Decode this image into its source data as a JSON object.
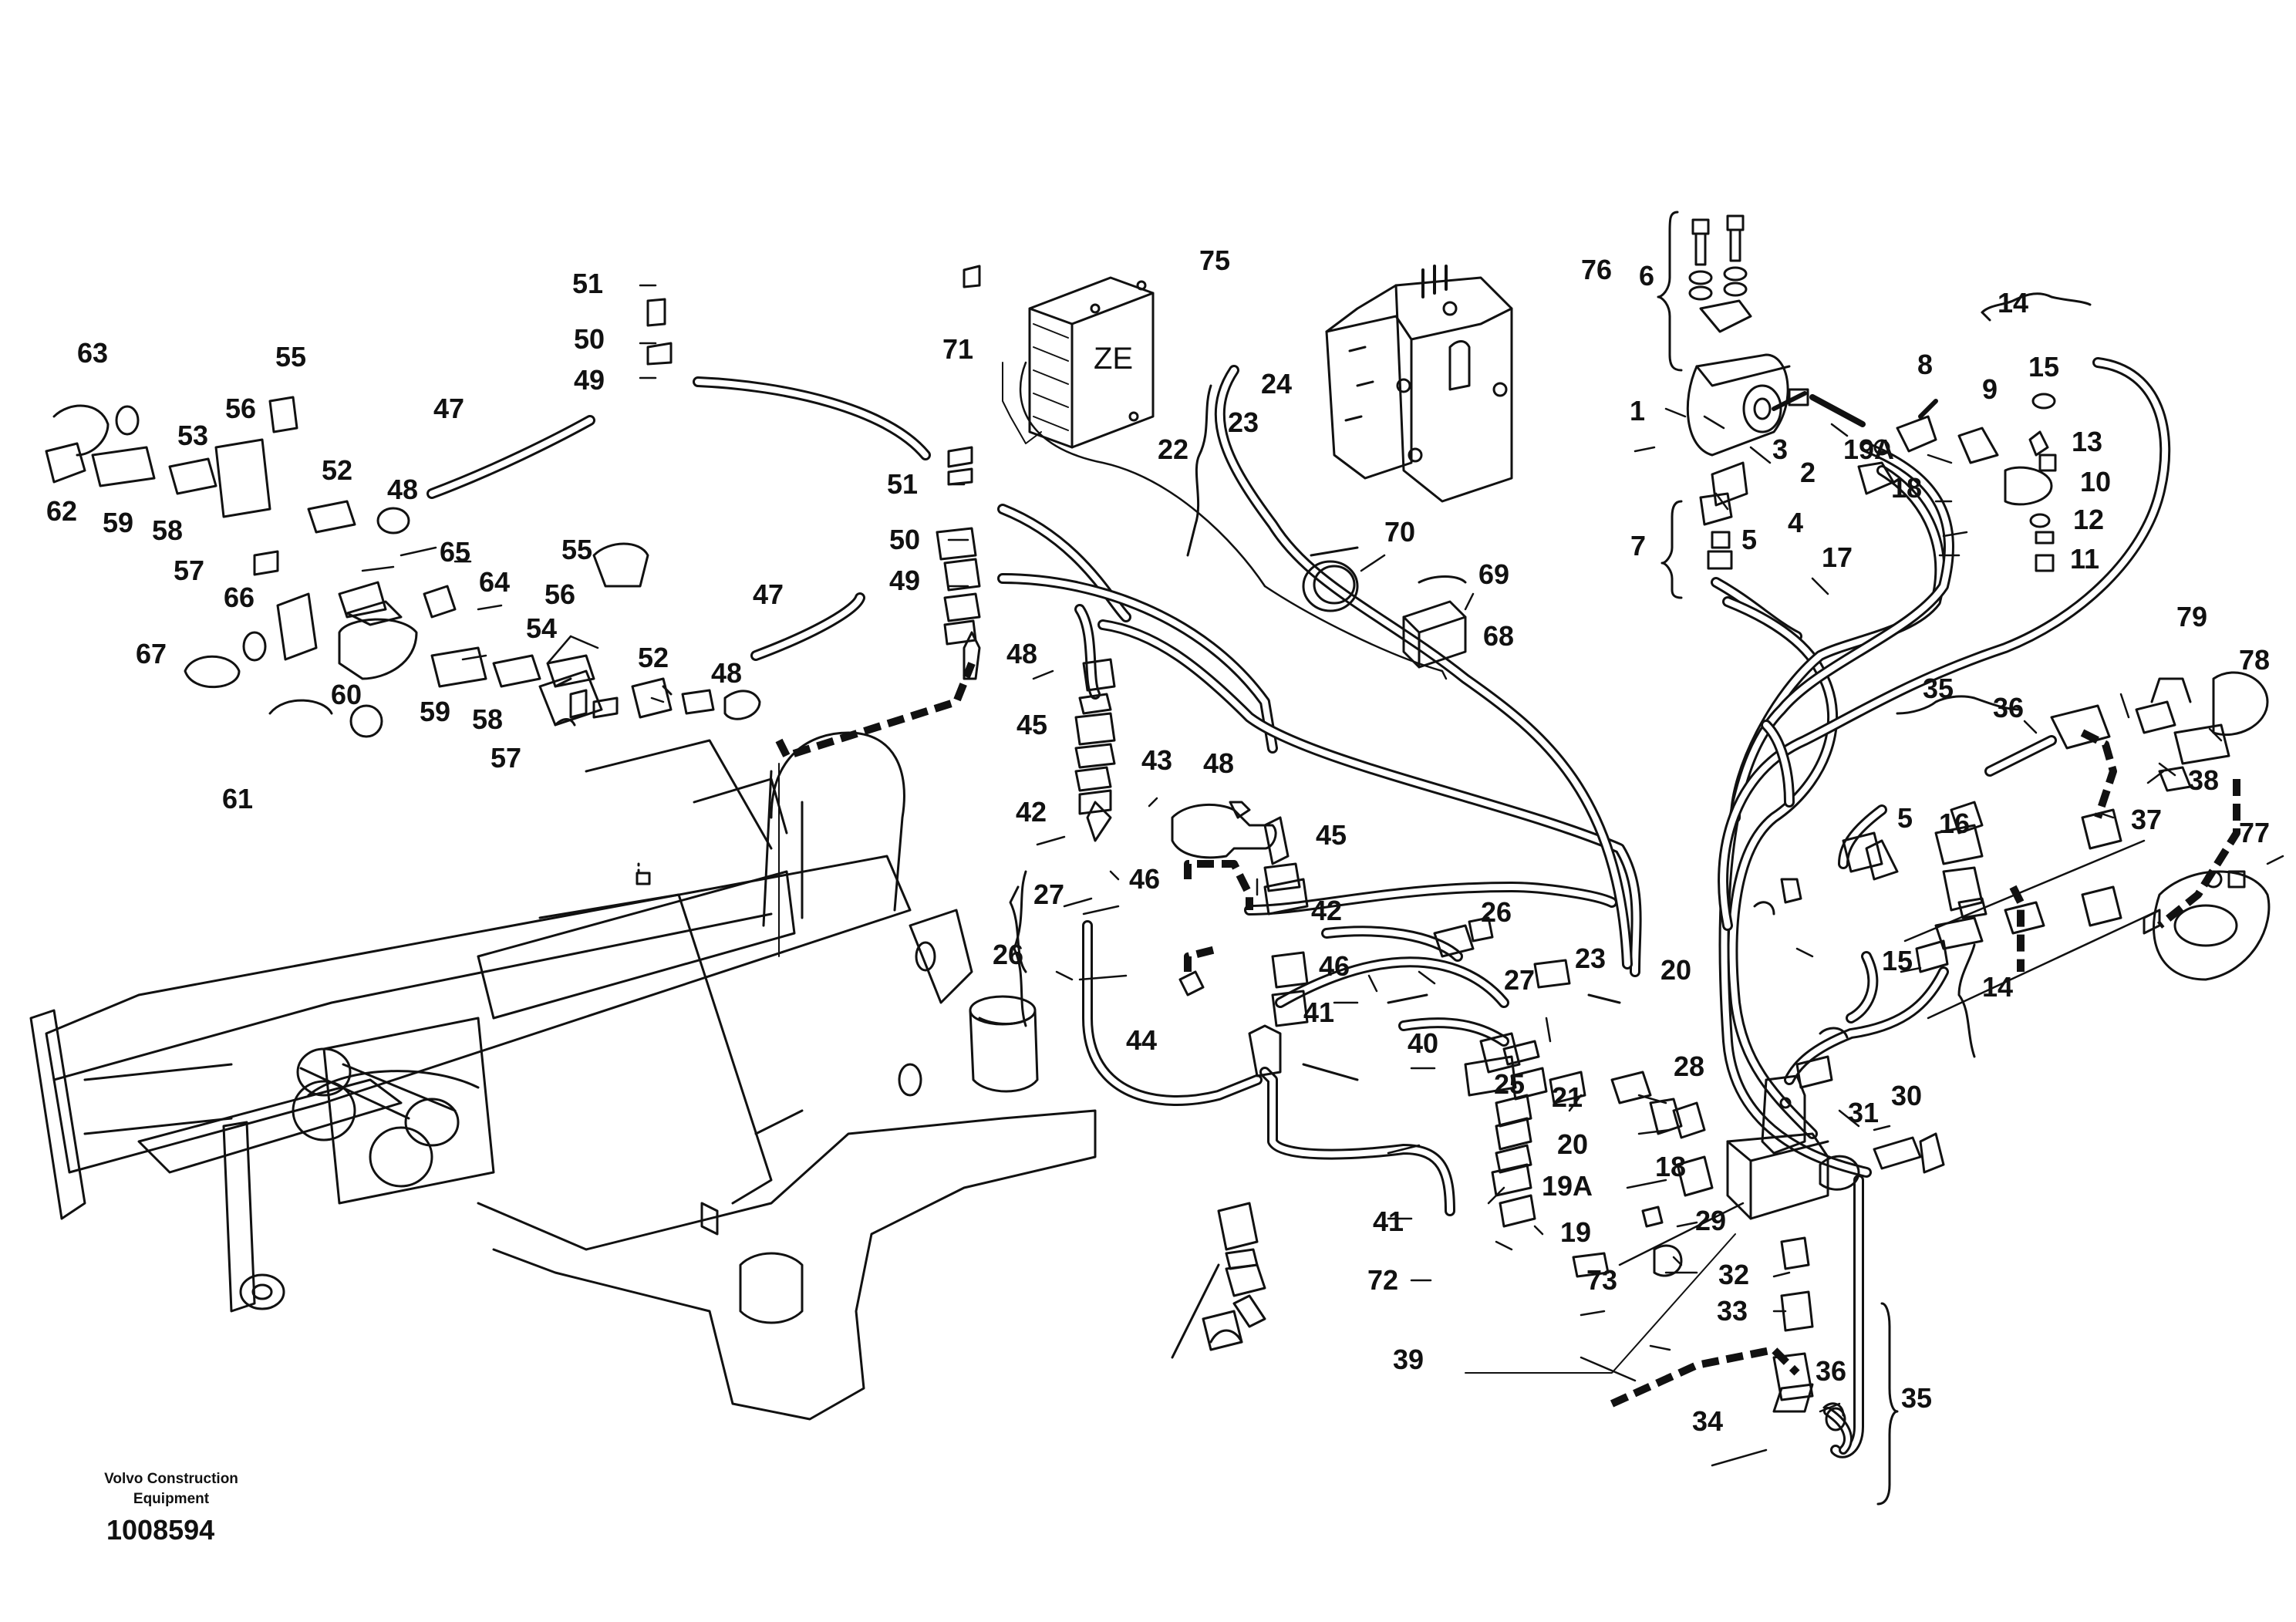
{
  "labels": {
    "p1": "1",
    "p2": "2",
    "p3": "3",
    "p4": "4",
    "p5a": "5",
    "p5b": "5",
    "p6": "6",
    "p7": "7",
    "p8": "8",
    "p9": "9",
    "p10": "10",
    "p11": "11",
    "p12": "12",
    "p13": "13",
    "p14a": "14",
    "p14b": "14",
    "p15a": "15",
    "p15b": "15",
    "p16": "16",
    "p17": "17",
    "p18a": "18",
    "p18b": "18",
    "p19": "19",
    "p19Aa": "19A",
    "p19Ab": "19A",
    "p20a": "20",
    "p20b": "20",
    "p21": "21",
    "p22": "22",
    "p23a": "23",
    "p23b": "23",
    "p24": "24",
    "p25": "25",
    "p26a": "26",
    "p26b": "26",
    "p27a": "27",
    "p27b": "27",
    "p28": "28",
    "p29": "29",
    "p30": "30",
    "p31": "31",
    "p32": "32",
    "p33": "33",
    "p34": "34",
    "p35a": "35",
    "p35b": "35",
    "p36a": "36",
    "p36b": "36",
    "p37": "37",
    "p38": "38",
    "p39": "39",
    "p40": "40",
    "p41a": "41",
    "p41b": "41",
    "p42a": "42",
    "p42b": "42",
    "p43": "43",
    "p44": "44",
    "p45a": "45",
    "p45b": "45",
    "p46a": "46",
    "p46b": "46",
    "p47a": "47",
    "p47b": "47",
    "p48a": "48",
    "p48b": "48",
    "p48c": "48",
    "p48d": "48",
    "p49a": "49",
    "p49b": "49",
    "p50a": "50",
    "p50b": "50",
    "p51a": "51",
    "p51b": "51",
    "p52a": "52",
    "p52b": "52",
    "p53": "53",
    "p54": "54",
    "p55a": "55",
    "p55b": "55",
    "p56a": "56",
    "p56b": "56",
    "p57a": "57",
    "p57b": "57",
    "p58a": "58",
    "p58b": "58",
    "p59a": "59",
    "p59b": "59",
    "p60": "60",
    "p61": "61",
    "p62": "62",
    "p63": "63",
    "p64": "64",
    "p65": "65",
    "p66": "66",
    "p67": "67",
    "p68": "68",
    "p69": "69",
    "p70": "70",
    "p71": "71",
    "p72": "72",
    "p73": "73",
    "p75": "75",
    "p76": "76",
    "p77": "77",
    "p78": "78",
    "p79": "79"
  },
  "ecu_marking": "ZE",
  "footer": {
    "maker_line1": "Volvo Construction",
    "maker_line2": "Equipment",
    "part_number": "1008594"
  }
}
